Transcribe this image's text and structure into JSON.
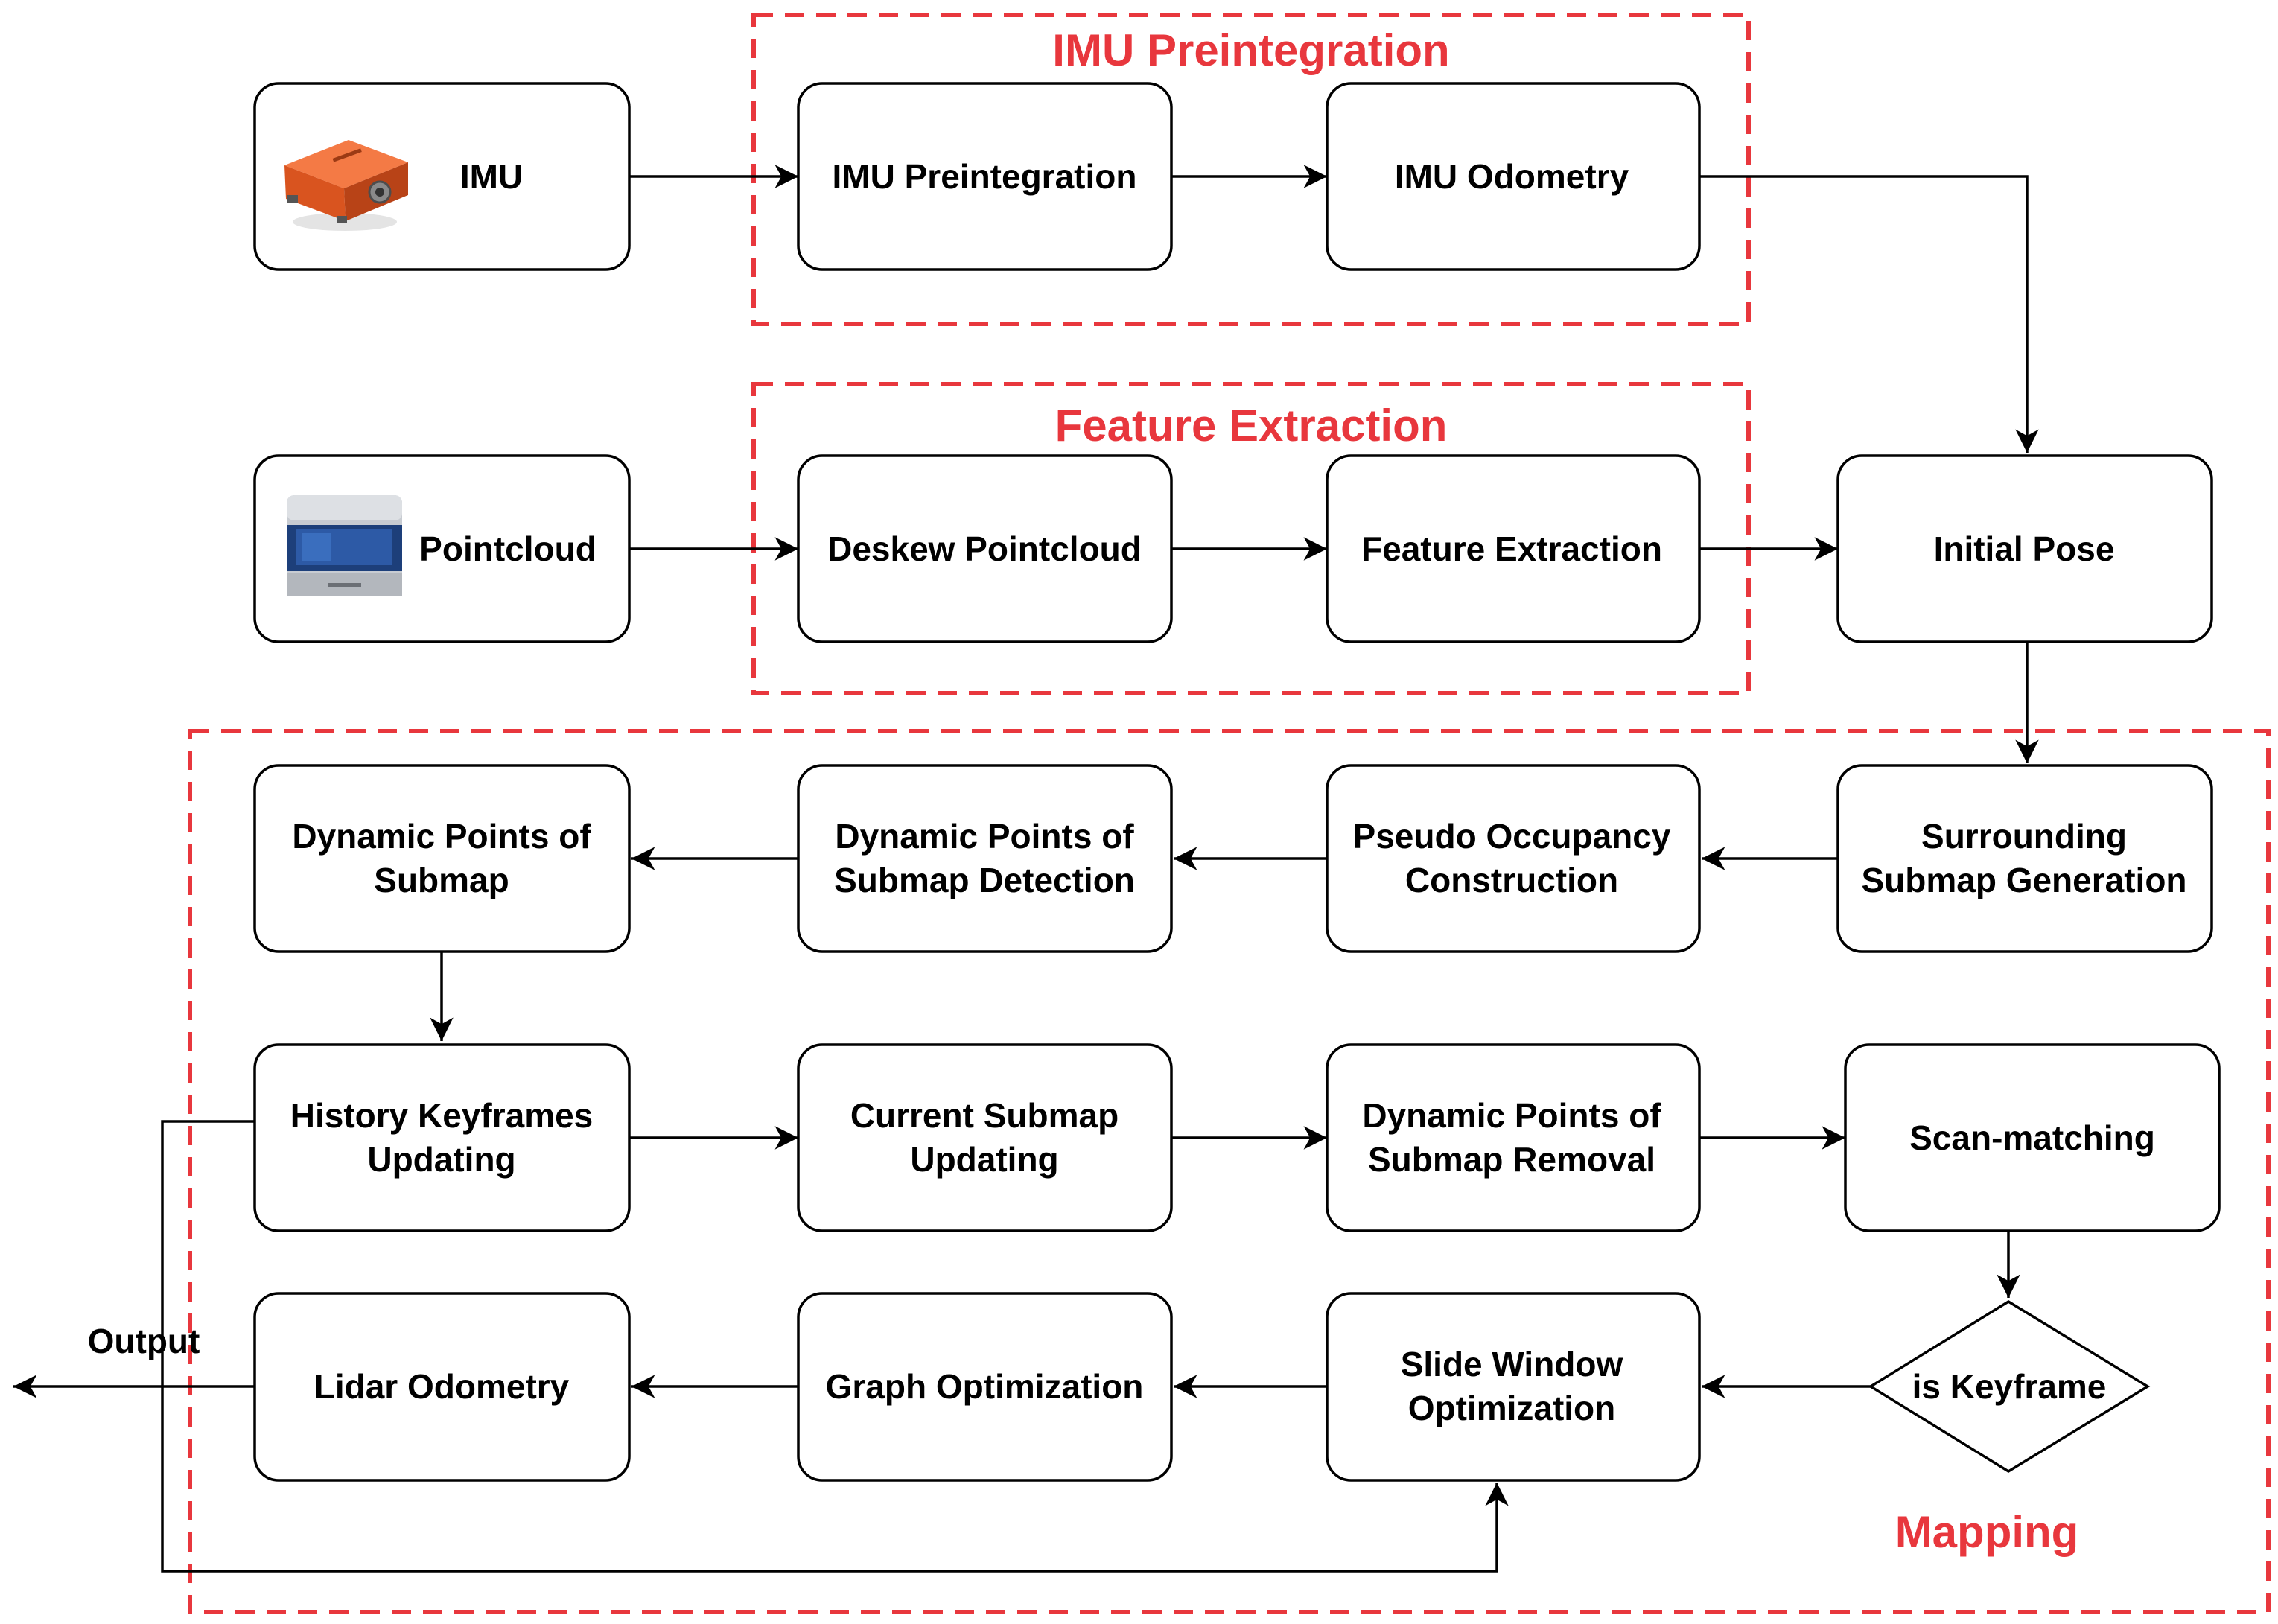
{
  "colors": {
    "group": "#e8373d",
    "node_border": "#000000",
    "arrow": "#000000"
  },
  "groups": {
    "imu_preintegration": {
      "label": "IMU Preintegration"
    },
    "feature_extraction": {
      "label": "Feature Extraction"
    },
    "mapping": {
      "label": "Mapping"
    }
  },
  "nodes": {
    "imu": {
      "lines": [
        "IMU"
      ],
      "icon": "imu-sensor-icon"
    },
    "pointcloud": {
      "lines": [
        "Pointcloud"
      ],
      "icon": "lidar-sensor-icon"
    },
    "imu_preintegration": {
      "lines": [
        "IMU Preintegration"
      ]
    },
    "imu_odometry": {
      "lines": [
        "IMU Odometry"
      ]
    },
    "deskew_pointcloud": {
      "lines": [
        "Deskew Pointcloud"
      ]
    },
    "feature_extraction": {
      "lines": [
        "Feature Extraction"
      ]
    },
    "initial_pose": {
      "lines": [
        "Initial Pose"
      ]
    },
    "surrounding_submap": {
      "lines": [
        "Surrounding",
        "Submap Generation"
      ]
    },
    "pseudo_occupancy": {
      "lines": [
        "Pseudo Occupancy",
        "Construction"
      ]
    },
    "dyn_detection": {
      "lines": [
        "Dynamic Points of",
        "Submap Detection"
      ]
    },
    "dyn_submap": {
      "lines": [
        "Dynamic Points of",
        "Submap"
      ]
    },
    "history_keyframes": {
      "lines": [
        "History Keyframes",
        "Updating"
      ]
    },
    "current_submap": {
      "lines": [
        "Current Submap",
        "Updating"
      ]
    },
    "dyn_removal": {
      "lines": [
        "Dynamic Points of",
        "Submap Removal"
      ]
    },
    "scan_matching": {
      "lines": [
        "Scan-matching"
      ]
    },
    "is_keyframe": {
      "lines": [
        "is Keyframe"
      ]
    },
    "slide_window": {
      "lines": [
        "Slide Window",
        "Optimization"
      ]
    },
    "graph_optimization": {
      "lines": [
        "Graph Optimization"
      ]
    },
    "lidar_odometry": {
      "lines": [
        "Lidar Odometry"
      ]
    }
  },
  "edge_labels": {
    "output": "Output"
  }
}
